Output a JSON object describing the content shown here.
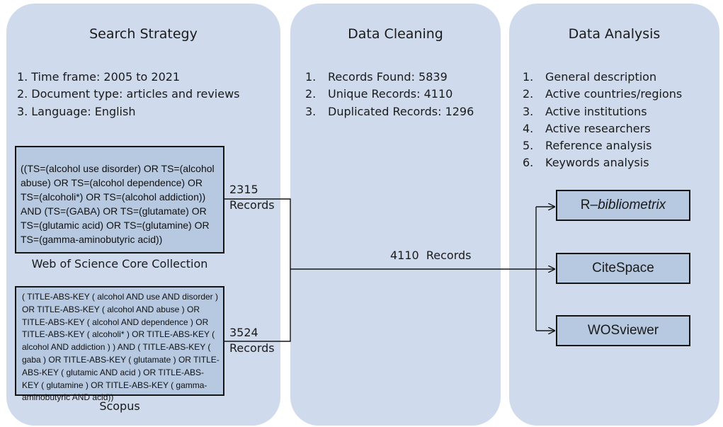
{
  "panels": {
    "search": {
      "title": "Search Strategy",
      "criteria": [
        {
          "num": "1.",
          "text": "Time frame: 2005 to 2021"
        },
        {
          "num": "2.",
          "text": "Document type: articles and reviews"
        },
        {
          "num": "3.",
          "text": "Language: English"
        }
      ]
    },
    "cleaning": {
      "title": "Data Cleaning",
      "items": [
        {
          "num": "1.",
          "text": "Records Found: 5839"
        },
        {
          "num": "2.",
          "text": "Unique Records: 4110"
        },
        {
          "num": "3.",
          "text": "Duplicated Records: 1296"
        }
      ]
    },
    "analysis": {
      "title": "Data Analysis",
      "items": [
        {
          "num": "1.",
          "text": "General description"
        },
        {
          "num": "2.",
          "text": "Active countries/regions"
        },
        {
          "num": "3.",
          "text": "Active institutions"
        },
        {
          "num": "4.",
          "text": "Active researchers"
        },
        {
          "num": "5.",
          "text": "Reference analysis"
        },
        {
          "num": "6.",
          "text": "Keywords analysis"
        }
      ]
    }
  },
  "sources": {
    "wos": {
      "query": "((TS=(alcohol use disorder) OR TS=(alcohol abuse) OR TS=(alcohol dependence) OR TS=(alcoholi*) OR TS=(alcohol addiction)) AND (TS=(GABA) OR TS=(glutamate) OR TS=(glutamic acid) OR TS=(glutamine) OR TS=(gamma-aminobutyric acid))",
      "label": "Web of Science Core Collection",
      "count_value": "2315",
      "count_unit": "Records"
    },
    "scopus": {
      "query": "( TITLE-ABS-KEY ( alcohol  AND use  AND disorder ) OR  TITLE-ABS-KEY ( alcohol  AND abuse )  OR TITLE-ABS-KEY ( alcohol  AND dependence )  OR TITLE-ABS-KEY ( alcoholi* )  OR  TITLE-ABS-KEY ( alcohol  AND addiction ) )  AND  ( TITLE-ABS-KEY ( gaba )  OR  TITLE-ABS-KEY ( glutamate )  OR TITLE-ABS-KEY ( glutamic  AND acid )  OR  TITLE-ABS-KEY ( glutamine )  OR  TITLE-ABS-KEY ( gamma-aminobutyric  AND acid))",
      "label": "Scopus",
      "count_value": "3524",
      "count_unit": "Records"
    }
  },
  "merged": {
    "value": "4110",
    "unit": "Records"
  },
  "tools": {
    "r_prefix": "R–",
    "r_suffix": "bibliometrix",
    "citespace": "CiteSpace",
    "vosviewer": "WOSviewer"
  },
  "colors": {
    "panel": "#cfdbec",
    "box": "#b6c9e1",
    "border": "#151515"
  }
}
